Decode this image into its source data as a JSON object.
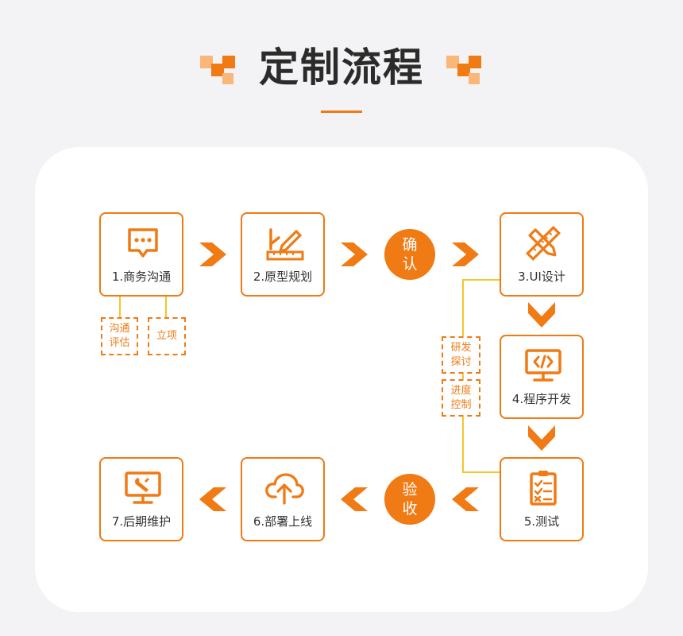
{
  "header": {
    "title": "定制流程"
  },
  "colors": {
    "accent": "#f07a14",
    "connector": "#f5c52a",
    "text": "#333333"
  },
  "nodes": [
    {
      "label": "1.商务沟通",
      "icon": "chat-bubble-icon"
    },
    {
      "label": "2.原型规划",
      "icon": "ruler-pencil-icon"
    },
    {
      "label": "3.UI设计",
      "icon": "pencil-ruler-cross-icon"
    },
    {
      "label": "4.程序开发",
      "icon": "monitor-code-icon"
    },
    {
      "label": "5.测试",
      "icon": "clipboard-checklist-icon"
    },
    {
      "label": "6.部署上线",
      "icon": "cloud-upload-icon"
    },
    {
      "label": "7.后期维护",
      "icon": "monitor-wrench-icon"
    }
  ],
  "notes": [
    {
      "line1": "沟通",
      "line2": "评估"
    },
    {
      "label": "立项"
    },
    {
      "line1": "研发",
      "line2": "探讨"
    },
    {
      "line1": "进度",
      "line2": "控制"
    }
  ],
  "milestones": [
    {
      "char1": "确",
      "char2": "认"
    },
    {
      "char1": "验",
      "char2": "收"
    }
  ]
}
